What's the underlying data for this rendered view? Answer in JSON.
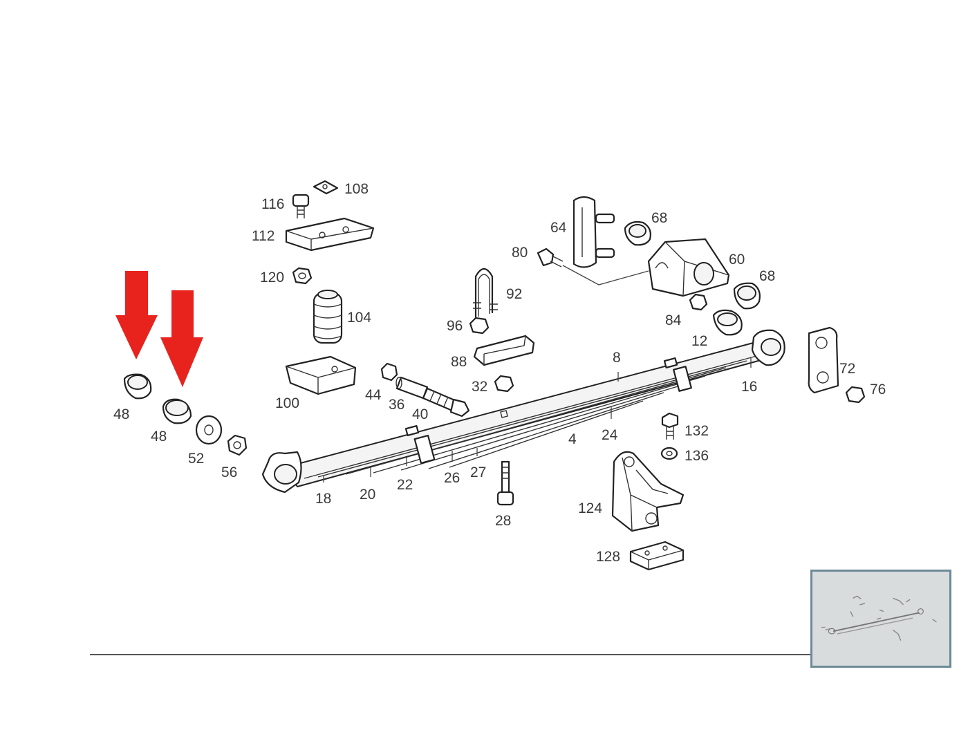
{
  "diagram": {
    "callouts": {
      "c108": "108",
      "c116": "116",
      "c112": "112",
      "c120": "120",
      "c104": "104",
      "c100": "100",
      "c44": "44",
      "c36": "36",
      "c40": "40",
      "c92": "92",
      "c96": "96",
      "c88": "88",
      "c32": "32",
      "c64": "64",
      "c80": "80",
      "c68a": "68",
      "c60": "60",
      "c68b": "68",
      "c84": "84",
      "c12": "12",
      "c8": "8",
      "c72": "72",
      "c16": "16",
      "c76": "76",
      "c132": "132",
      "c136": "136",
      "c24": "24",
      "c4": "4",
      "c48a": "48",
      "c48b": "48",
      "c52": "52",
      "c56": "56",
      "c18": "18",
      "c20": "20",
      "c22": "22",
      "c26": "26",
      "c27": "27",
      "c28": "28",
      "c124": "124",
      "c128": "128"
    },
    "highlight_arrows": {
      "count": 2,
      "color": "#e8231e",
      "points_to": "48"
    },
    "thumbnail_label": "Parts overview thumbnail"
  }
}
